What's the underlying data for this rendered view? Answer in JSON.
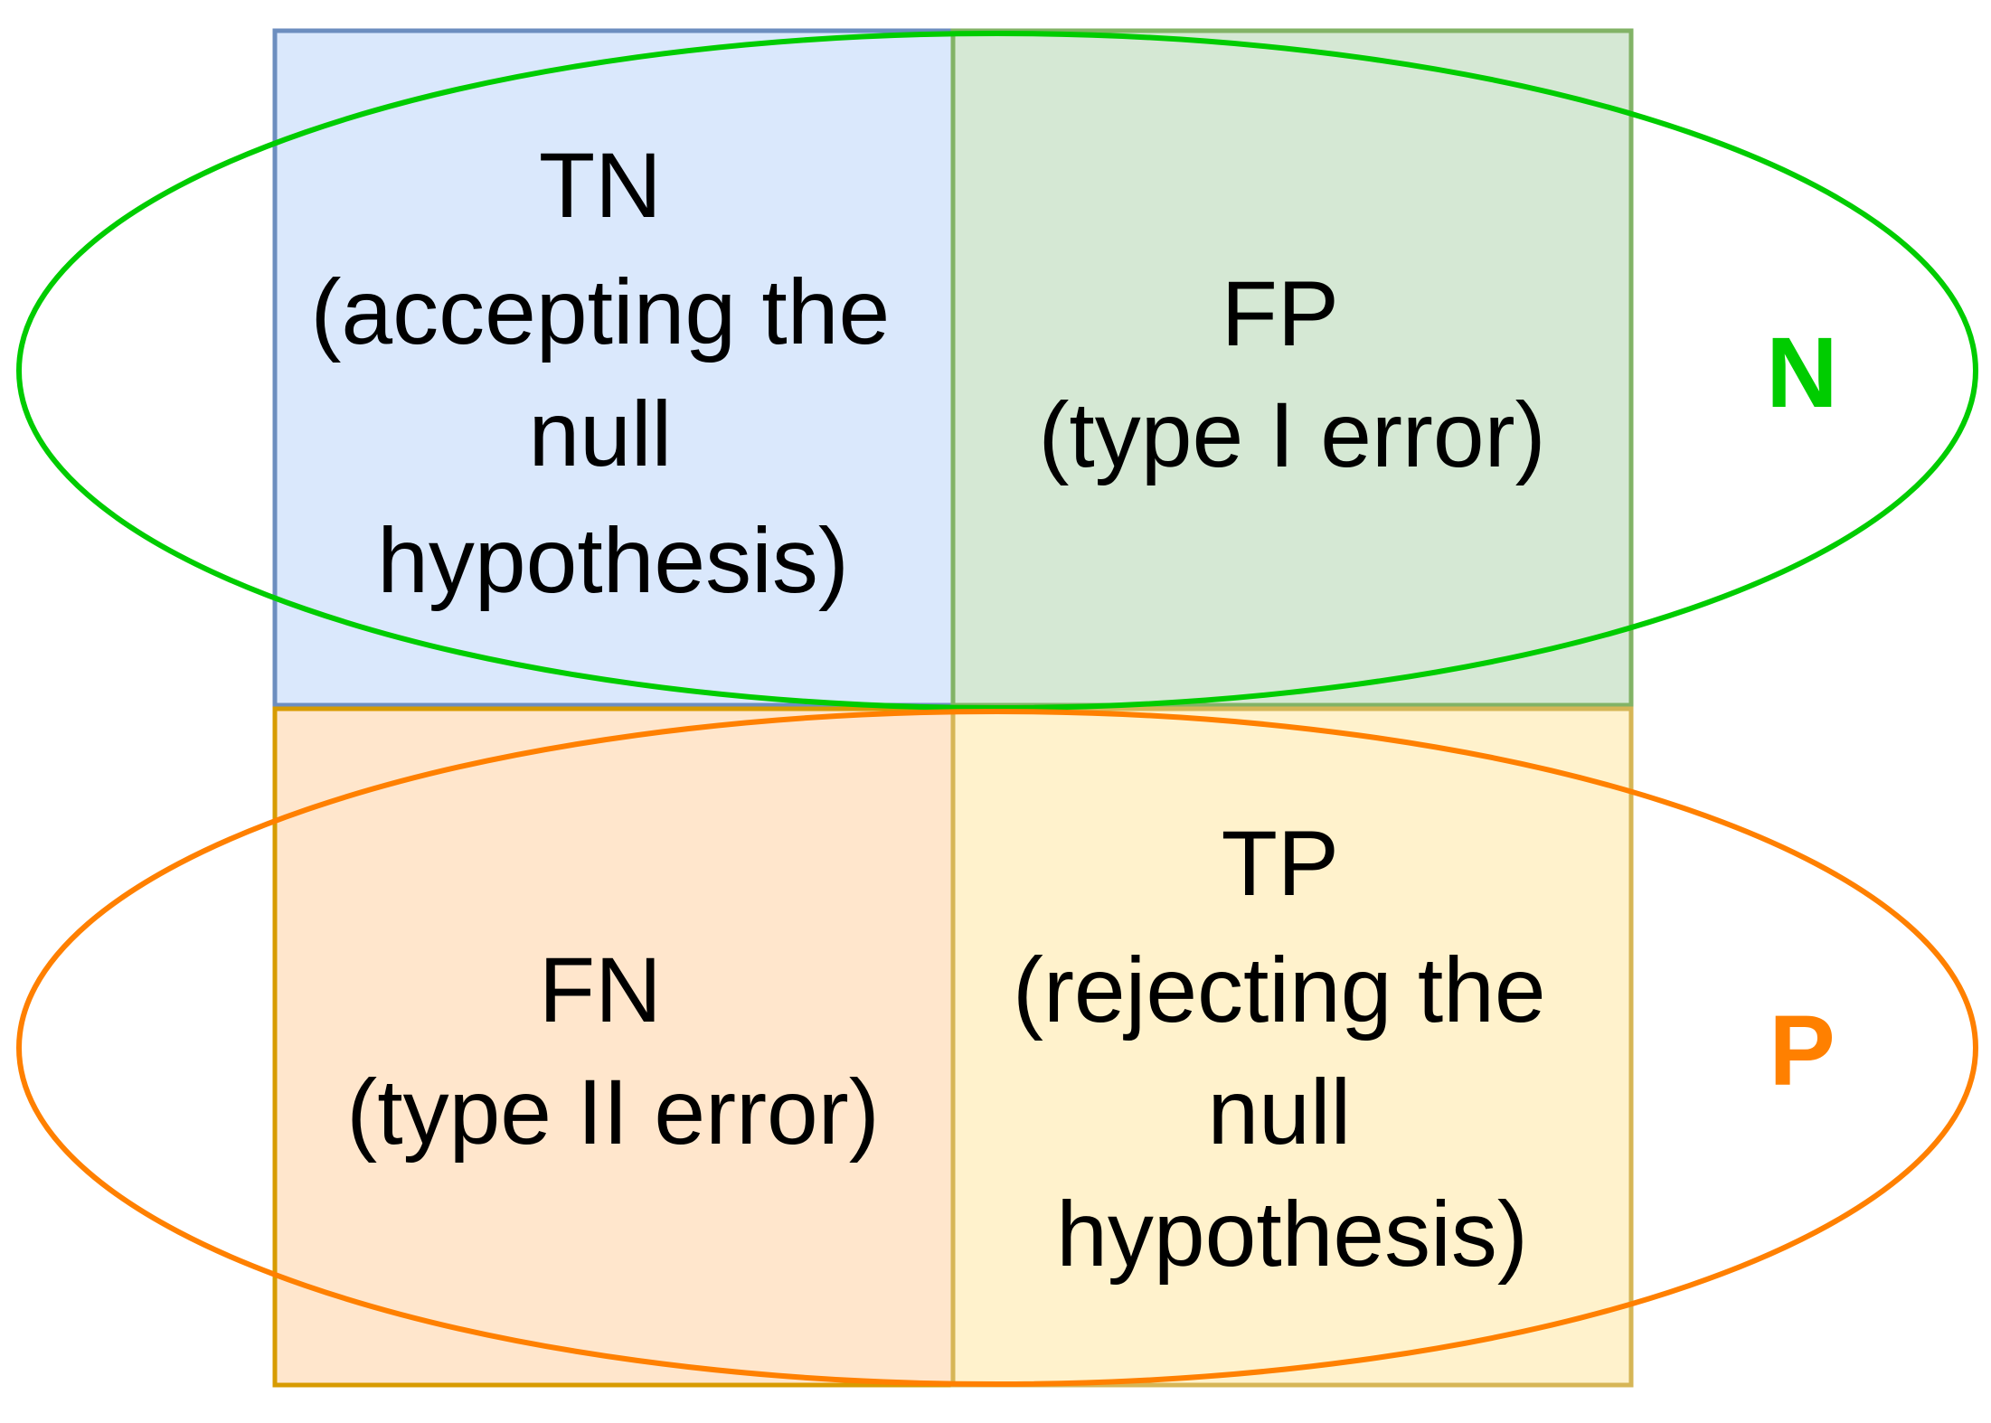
{
  "colors": {
    "tn_fill": "#dae8fc",
    "tn_stroke": "#6c8ebf",
    "fp_fill": "#d5e8d4",
    "fp_stroke": "#82b366",
    "fn_fill": "#ffe6cc",
    "fn_stroke": "#d79b00",
    "tp_fill": "#fff2cc",
    "tp_stroke": "#d6b656",
    "n_color": "#00cc00",
    "p_color": "#ff8000"
  },
  "cells": {
    "tn": {
      "lines": [
        "TN",
        "(accepting the",
        "null",
        "hypothesis)"
      ]
    },
    "fp": {
      "lines": [
        "FP",
        "(type I error)"
      ]
    },
    "fn": {
      "lines": [
        "FN",
        "(type II error)"
      ]
    },
    "tp": {
      "lines": [
        "TP",
        "(rejecting the",
        "null",
        "hypothesis)"
      ]
    }
  },
  "groups": {
    "n_label": "N",
    "p_label": "P"
  }
}
